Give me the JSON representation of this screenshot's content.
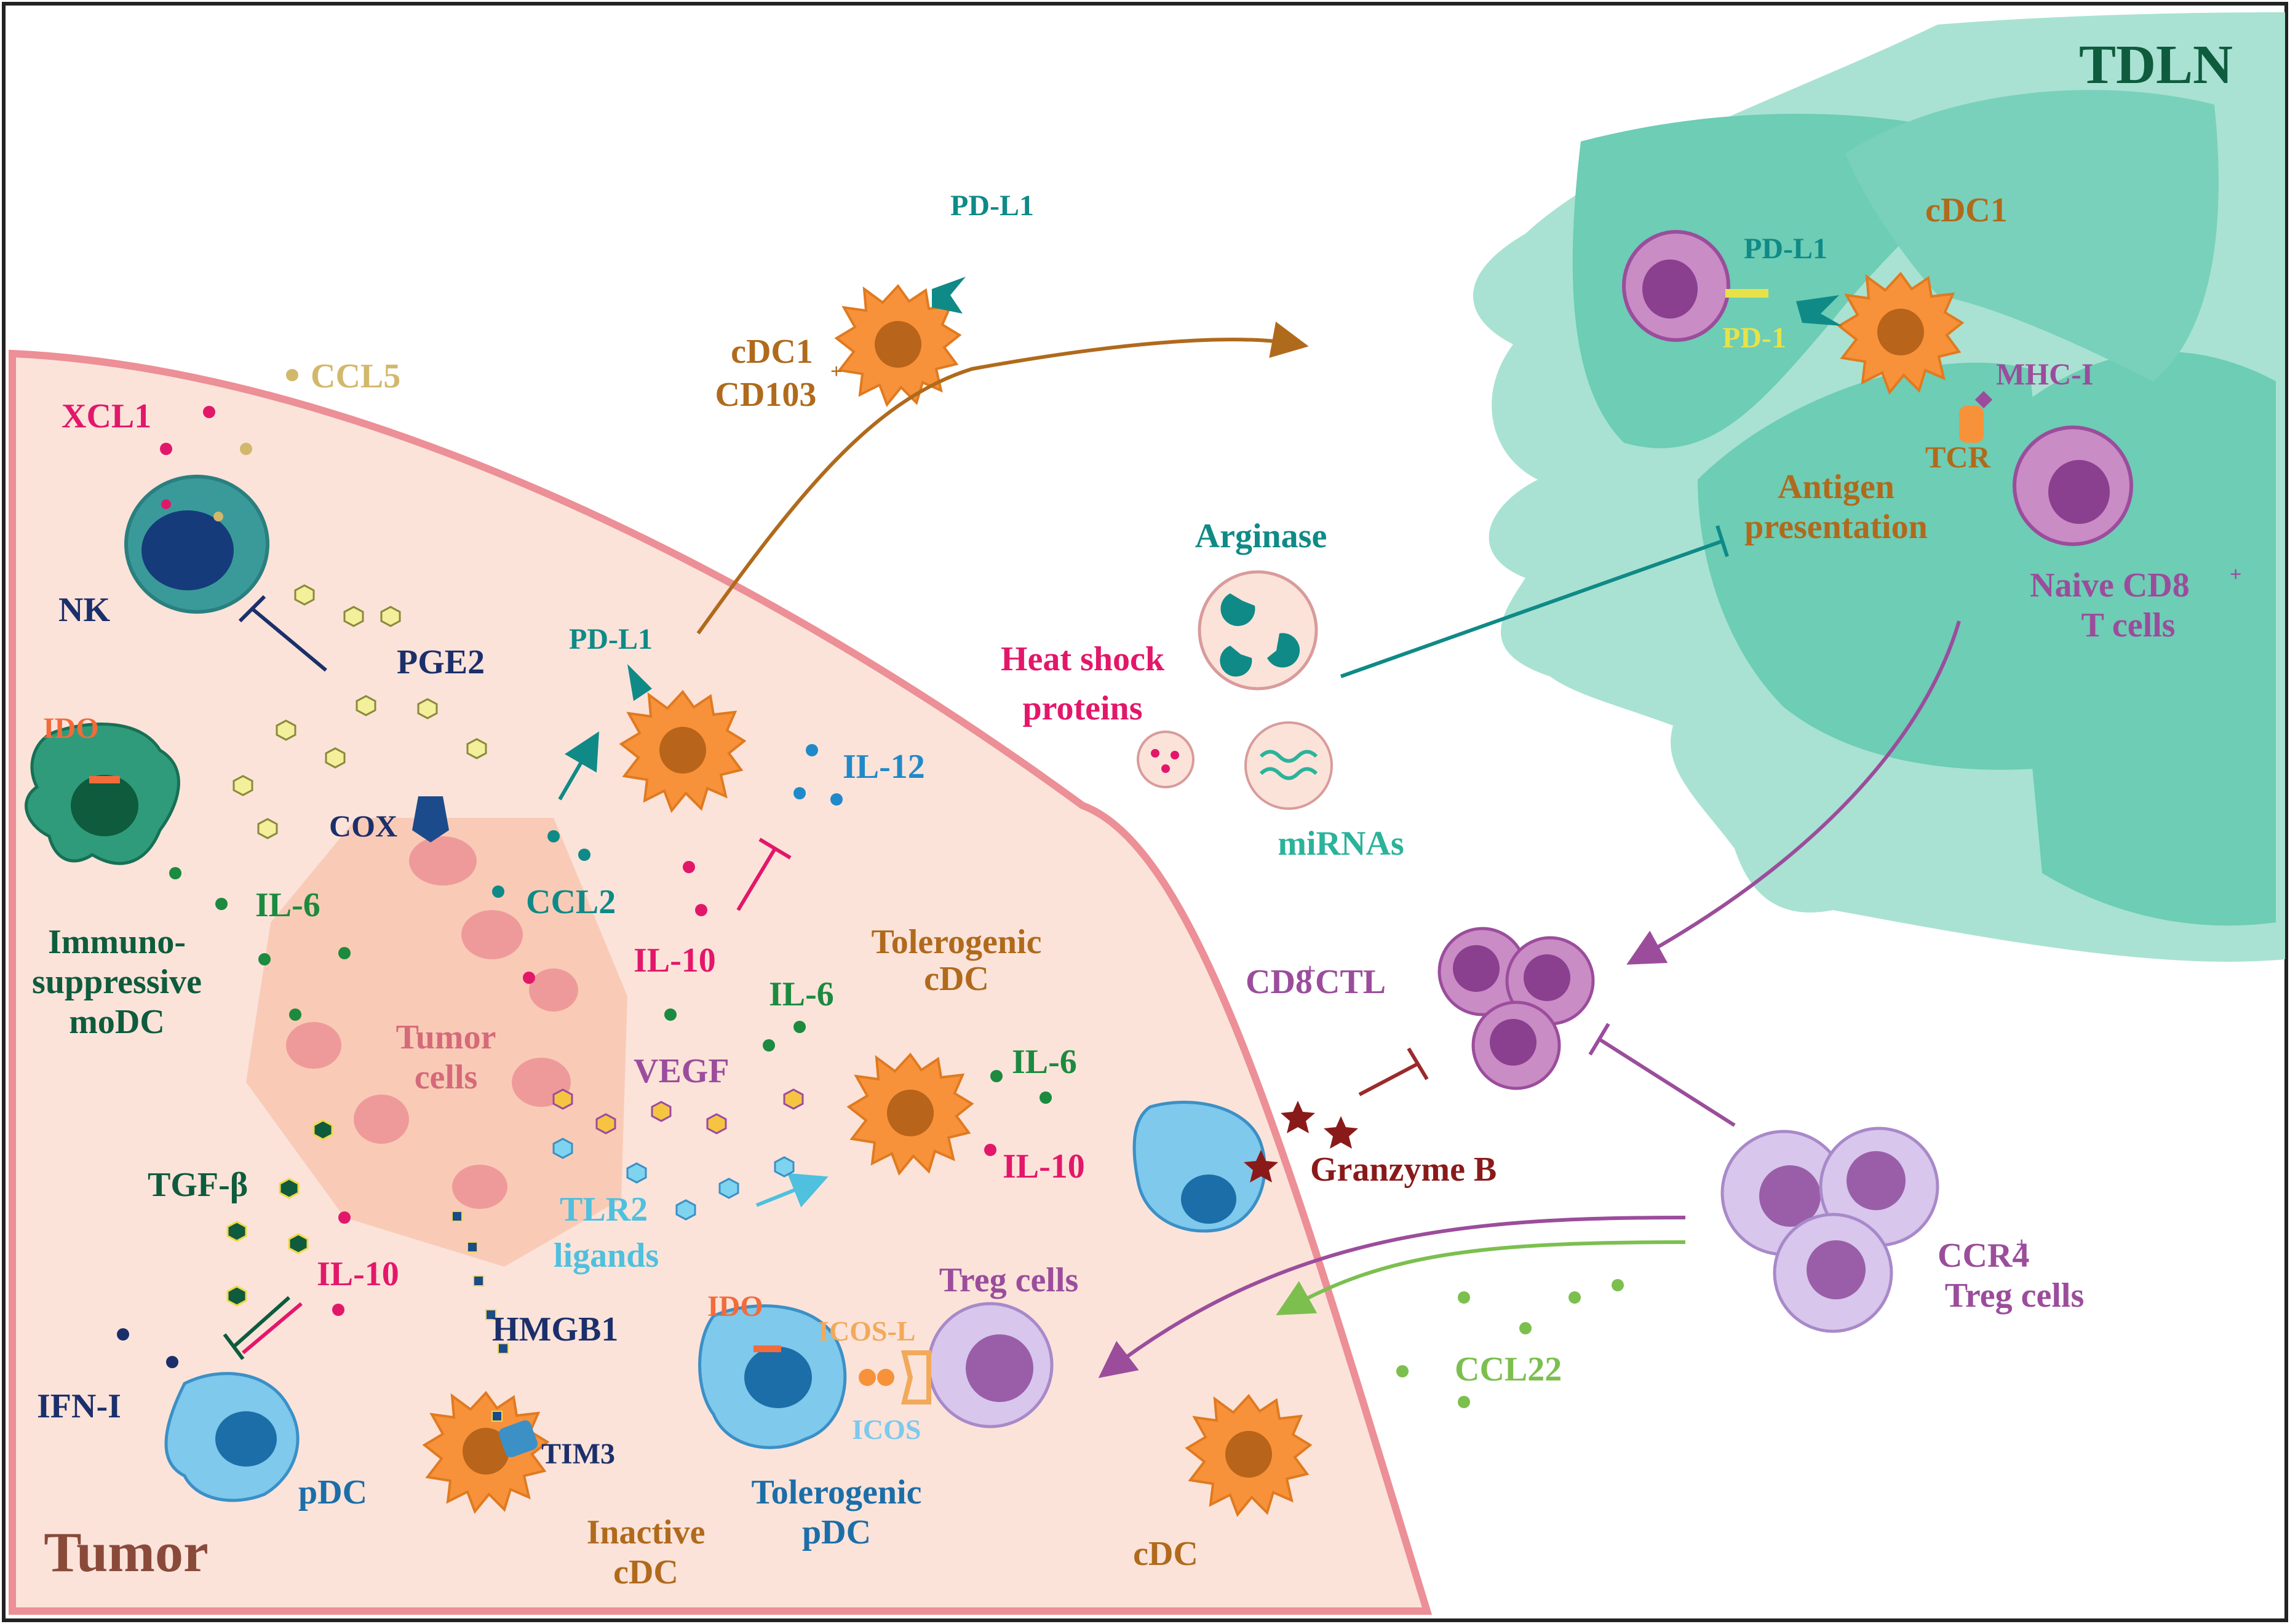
{
  "regions": {
    "tdln": "TDLN",
    "tumor": "Tumor"
  },
  "labels": {
    "ccl5": "CCL5",
    "xcl1": "XCL1",
    "nk": "NK",
    "pge2": "PGE2",
    "ido_left": "IDO",
    "cox": "COX",
    "il6_left": "IL-6",
    "moDC_1": "Immuno-",
    "moDC_2": "suppressive",
    "moDC_3": "moDC",
    "tumor_cells_1": "Tumor",
    "tumor_cells_2": "cells",
    "tgfb": "TGF-β",
    "il10_lower": "IL-10",
    "ifn": "IFN-I",
    "pdc": "pDC",
    "hmgb1": "HMGB1",
    "tim3": "TIM3",
    "inactive_1": "Inactive",
    "inactive_2": "cDC",
    "pdl1_top": "PD-L1",
    "cdc1_top_1": "cDC1",
    "cdc1_top_2": "CD103",
    "cdc1_top_sup": "+",
    "pdl1_mid": "PD-L1",
    "il12": "IL-12",
    "ccl2": "CCL2",
    "il10_mid": "IL-10",
    "il6_mid": "IL-6",
    "vegf": "VEGF",
    "tlr2_1": "TLR2",
    "tlr2_2": "ligands",
    "toler_cdc_1": "Tolerogenic",
    "toler_cdc_2": "cDC",
    "il6_right": "IL-6",
    "il10_right": "IL-10",
    "ido_mid": "IDO",
    "icosl": "ICOS-L",
    "icos": "ICOS",
    "treg": "Treg cells",
    "toler_pdc_1": "Tolerogenic",
    "toler_pdc_2": "pDC",
    "cdc_bottom": "cDC",
    "arginase": "Arginase",
    "hsp_1": "Heat shock",
    "hsp_2": "proteins",
    "mirnas": "miRNAs",
    "pdl1_tdln": "PD-L1",
    "pd1": "PD-1",
    "cdc1_tdln": "cDC1",
    "mhci": "MHC-I",
    "tcr": "TCR",
    "antigen_1": "Antigen",
    "antigen_2": "presentation",
    "naive_1": "Naive CD8",
    "naive_sup": "+",
    "naive_2": "T cells",
    "ctl": "CD8",
    "ctl_sup": "+",
    "ctl_2": " CTL",
    "granzyme": "Granzyme B",
    "ccr4_1": "CCR4",
    "ccr4_sup": "+",
    "ccr4_2": "Treg cells",
    "ccl22": "CCL22"
  },
  "colors": {
    "tumor_bg": "#fbe3da",
    "tumor_border": "#ec8f96",
    "tdln_bg": "#a9e2d2",
    "tdln_lobe": "#6dcdb5",
    "orange_cell": "#f7923a",
    "orange_nucleus": "#b8641a",
    "purple": "#9b4d9c",
    "teal_text": "#0f8a87",
    "dark_green": "#0e5b3d",
    "pink": "#e3176a",
    "navy": "#1b2f6b",
    "brown": "#b06a1c"
  }
}
